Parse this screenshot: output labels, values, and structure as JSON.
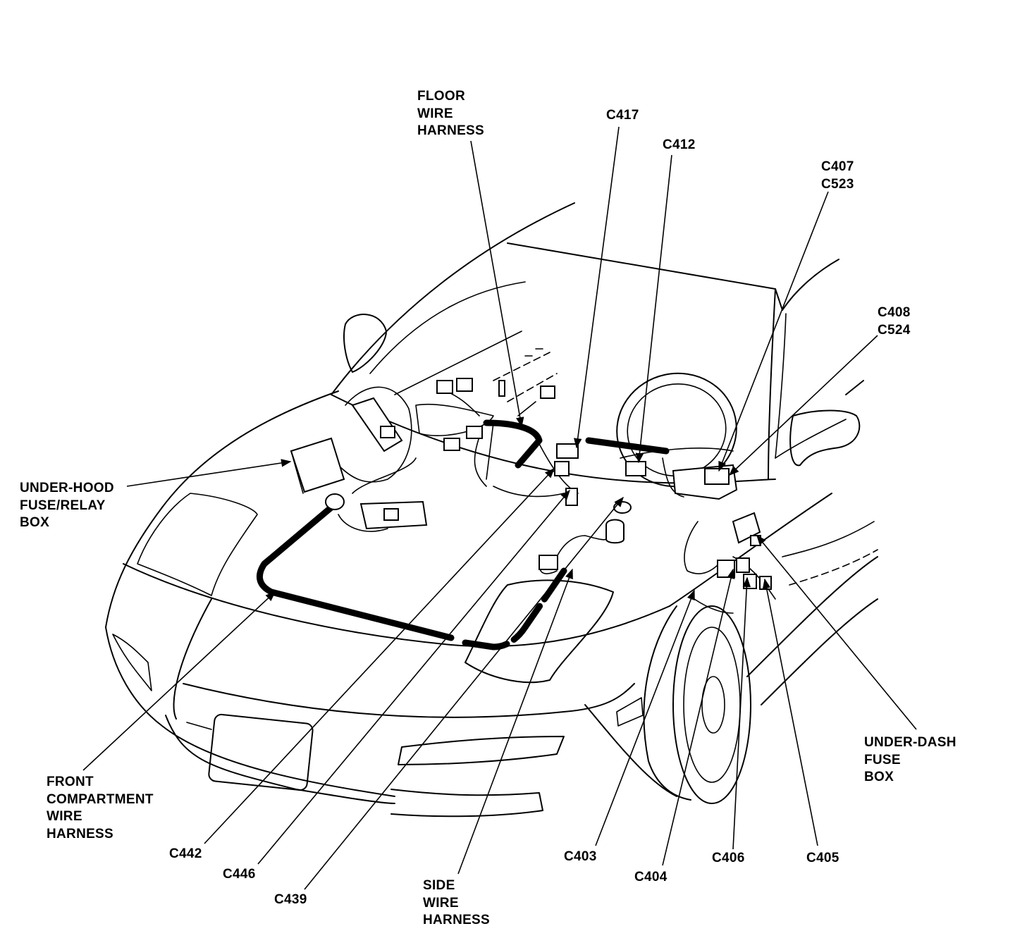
{
  "labels": {
    "floor_harness": [
      "FLOOR",
      "WIRE",
      "HARNESS"
    ],
    "c417": "C417",
    "c412": "C412",
    "c407_c523": [
      "C407",
      "C523"
    ],
    "c408_c524": [
      "C408",
      "C524"
    ],
    "under_hood_box": [
      "UNDER-HOOD",
      "FUSE/RELAY",
      "BOX"
    ],
    "under_dash_box": [
      "UNDER-DASH",
      "FUSE",
      "BOX"
    ],
    "front_compartment_harness": [
      "FRONT",
      "COMPARTMENT",
      "WIRE",
      "HARNESS"
    ],
    "c442": "C442",
    "c446": "C446",
    "c439": "C439",
    "side_harness": [
      "SIDE",
      "WIRE",
      "HARNESS"
    ],
    "c403": "C403",
    "c404": "C404",
    "c406": "C406",
    "c405": "C405"
  }
}
